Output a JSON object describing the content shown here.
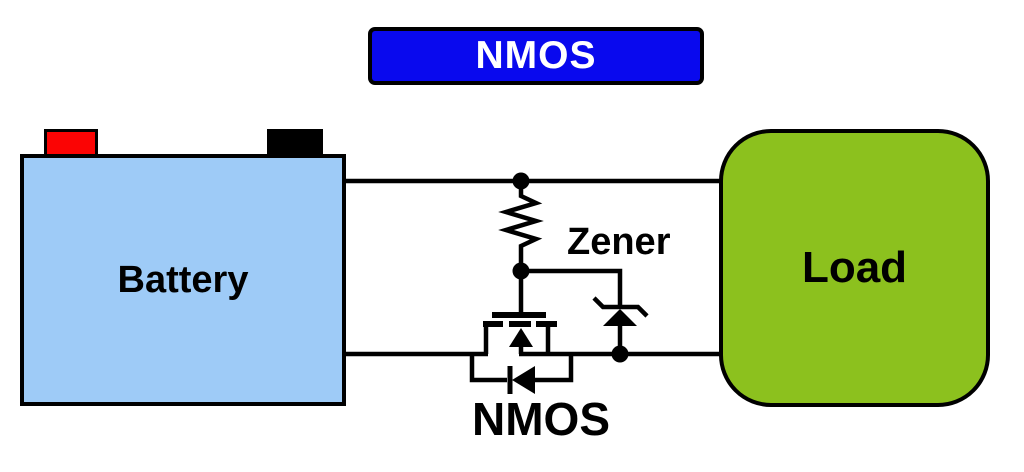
{
  "title_badge": {
    "label": "NMOS"
  },
  "battery": {
    "label": "Battery",
    "terminals": [
      {
        "name": "positive",
        "color": "#fb0404"
      },
      {
        "name": "negative",
        "color": "#000000"
      }
    ]
  },
  "load": {
    "label": "Load"
  },
  "component_labels": {
    "zener": "Zener",
    "nmos": "NMOS"
  },
  "circuit": {
    "type": "battery protection circuit",
    "elements": [
      "battery source on left",
      "load block on right",
      "top rail wire",
      "bottom rail wire",
      "series resistor from top rail to gate node",
      "zener diode from gate node to bottom rail",
      "nmos pass transistor in bottom rail",
      "body diode bypass loop under nmos"
    ],
    "junction_dots": 3
  },
  "colors": {
    "title_bg": "#0909ee",
    "title_text": "#ffffff",
    "battery_fill": "#9ecbf7",
    "load_fill": "#8cc11e",
    "terminal_positive": "#fb0404",
    "terminal_negative": "#000000",
    "stroke": "#000000"
  }
}
